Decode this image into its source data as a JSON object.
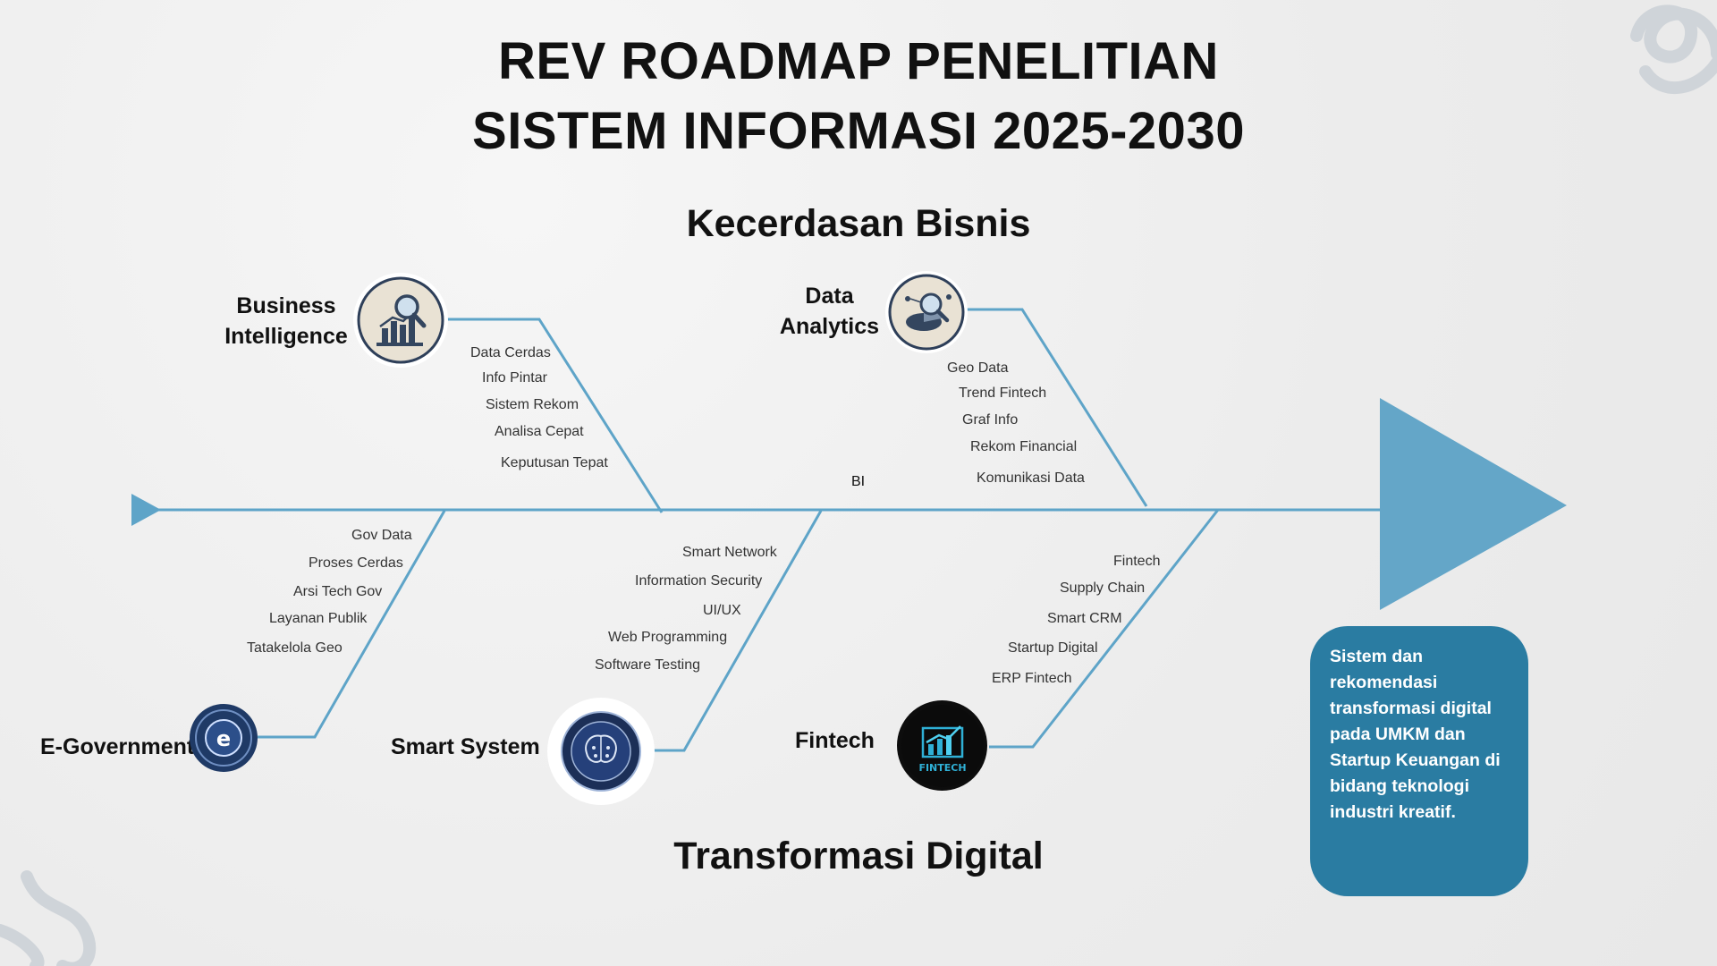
{
  "title": {
    "line1": "REV ROADMAP PENELITIAN",
    "line2": "SISTEM INFORMASI 2025-2030"
  },
  "sections": {
    "top": "Kecerdasan Bisnis",
    "bottom": "Transformasi Digital"
  },
  "spine_label": "BI",
  "branches": {
    "business_intelligence": {
      "label_line1": "Business",
      "label_line2": "Intelligence",
      "icon": "bar-chart-magnifier-icon",
      "items": [
        "Data Cerdas",
        "Info Pintar",
        "Sistem Rekom",
        "Analisa Cepat",
        "Keputusan Tepat"
      ]
    },
    "data_analytics": {
      "label_line1": "Data",
      "label_line2": "Analytics",
      "icon": "pie-chart-magnifier-icon",
      "items": [
        "Geo Data",
        "Trend Fintech",
        "Graf Info",
        "Rekom Financial",
        "Komunikasi Data"
      ]
    },
    "e_government": {
      "label": "E-Government",
      "icon": "e-government-seal-icon",
      "items": [
        "Gov Data",
        "Proses Cerdas",
        "Arsi Tech Gov",
        "Layanan Publik",
        "Tatakelola Geo"
      ]
    },
    "smart_system": {
      "label": "Smart System",
      "icon": "brain-circuit-seal-icon",
      "items": [
        "Smart Network",
        "Information Security",
        "UI/UX",
        "Web Programming",
        "Software Testing"
      ]
    },
    "fintech": {
      "label": "Fintech",
      "icon": "fintech-chart-logo-icon",
      "items": [
        "Fintech",
        "Supply Chain",
        "Smart CRM",
        "Startup Digital",
        "ERP Fintech"
      ]
    }
  },
  "note": "Sistem dan rekomendasi transformasi digital pada UMKM dan Startup Keuangan di bidang teknologi industri kreatif.",
  "colors": {
    "line": "#5ea4c8",
    "arrow": "#5ea4c8",
    "note_bg": "#2a7ca2",
    "icon_navy": "#1f3a66"
  }
}
